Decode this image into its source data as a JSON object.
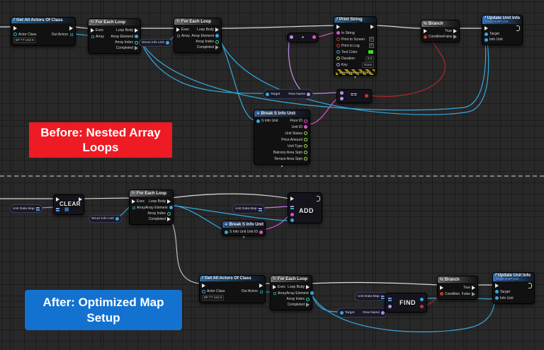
{
  "section_labels": {
    "before": "Before: Nested Array Loops",
    "after": "After: Optimized Map Setup"
  },
  "icons": {
    "function": "f",
    "loop": "↻",
    "branch": "⇆",
    "struct": "◆",
    "check": "✓",
    "dropdown_caret": "▾",
    "collapse_caret": "▴",
    "expand_caret": "▾",
    "map_grid": "▦"
  },
  "node_types": {
    "get_all_actors": {
      "title": "Get All Actors Of Class",
      "pins": {
        "actor_class": "Actor Class",
        "out_actors": "Out Actors"
      },
      "actor_class_value": "BP TT Unit"
    },
    "for_each_loop": {
      "title": "For Each Loop",
      "pins": {
        "exec": "Exec",
        "array": "Array",
        "loop_body": "Loop Body",
        "array_element": "Array Element",
        "array_index": "Array Index",
        "completed": "Completed"
      }
    },
    "print_string": {
      "title": "Print String",
      "pins": {
        "in_string": "In String",
        "print_to_screen": "Print to Screen",
        "print_to_log": "Print to Log",
        "text_color": "Text Color",
        "duration": "Duration",
        "key": "Key"
      },
      "duration_value": "0.0",
      "key_value": "None",
      "banner": "Development Only"
    },
    "branch": {
      "title": "Branch",
      "pins": {
        "condition": "Condition",
        "true": "True",
        "false": "False"
      }
    },
    "update_unit_info": {
      "title": "Update Unit Info",
      "subtitle": "Target is BP Unit",
      "pins": {
        "target": "Target",
        "info_unit": "Info Unit"
      }
    },
    "break_info_unit": {
      "title": "Break S Info Unit",
      "pins": {
        "s_info_unit": "S Info Unit",
        "floor_id": "Floor ID",
        "unit_id": "Unit ID",
        "unit_status": "Unit Status",
        "price_amount": "Price Amount",
        "unit_type": "Unit Type",
        "balcony_area": "Balcony Area Sqm",
        "terrace_area": "Terrace Area Sqm"
      }
    },
    "row_name_node": {
      "pins": {
        "target": "Target",
        "row_name": "Row Name"
      }
    },
    "equal_node": {
      "label": "=="
    },
    "map_clear": {
      "label": "CLEAR"
    },
    "map_add": {
      "label": "ADD"
    },
    "map_find": {
      "label": "FIND"
    },
    "capsule_struct_info": {
      "label": "Struct Info Unit"
    },
    "capsule_unit_data_map": {
      "label": "Unit Data Map"
    }
  },
  "colors": {
    "exec_wire": "#d8d8d8",
    "object_pin": "#35a8e0",
    "array_pin": "#2fb5c9",
    "string_pin": "#e051c8",
    "name_pin": "#bb8fe8",
    "bool_pin": "#c0392b",
    "int_pin": "#2fd8a5",
    "text_color_swatch": "#39e01f",
    "before_label_bg": "#ee1b24",
    "after_label_bg": "#1372d0",
    "background": "#282828"
  }
}
